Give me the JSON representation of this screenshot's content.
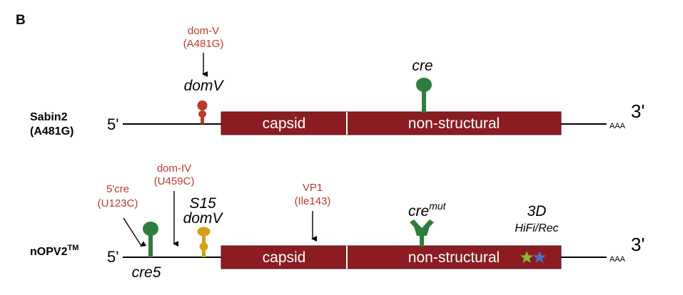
{
  "panel_letter": "B",
  "colors": {
    "genome_bar": "#8b1d22",
    "bar_border": "#5a1014",
    "cre_green": "#2e7d3c",
    "dom_v_red": "#b83a2c",
    "dom_v_yellow": "#d4a017",
    "annotation_red": "#c0392b",
    "star_green": "#8ab83e",
    "star_blue": "#4a6fc7"
  },
  "sabin2": {
    "label_line1": "Sabin2",
    "label_line2": "(A481G)",
    "five_prime": "5'",
    "three_prime": "3'",
    "polyA": "AAA",
    "capsid": "capsid",
    "nonstructural": "non-structural",
    "cre_label": "cre",
    "domv_label": "domV",
    "annotation_line1": "dom-V",
    "annotation_line2": "(A481G)"
  },
  "nopv2": {
    "label": "nOPV2",
    "label_sup": "TM",
    "five_prime": "5'",
    "three_prime": "3'",
    "polyA": "AAA",
    "capsid": "capsid",
    "nonstructural": "non-structural",
    "cre5_label": "cre5",
    "cre5_annot_line1": "5'cre",
    "cre5_annot_line2": "(U123C)",
    "domiv_annot_line1": "dom-IV",
    "domiv_annot_line2": "(U459C)",
    "s15_label": "S15",
    "domv_label": "domV",
    "vp1_annot_line1": "VP1",
    "vp1_annot_line2": "(Ile143)",
    "cremut_label": "cre",
    "cremut_sup": "mut",
    "three_d_label": "3D",
    "hifi_label": "HiFi/Rec"
  }
}
